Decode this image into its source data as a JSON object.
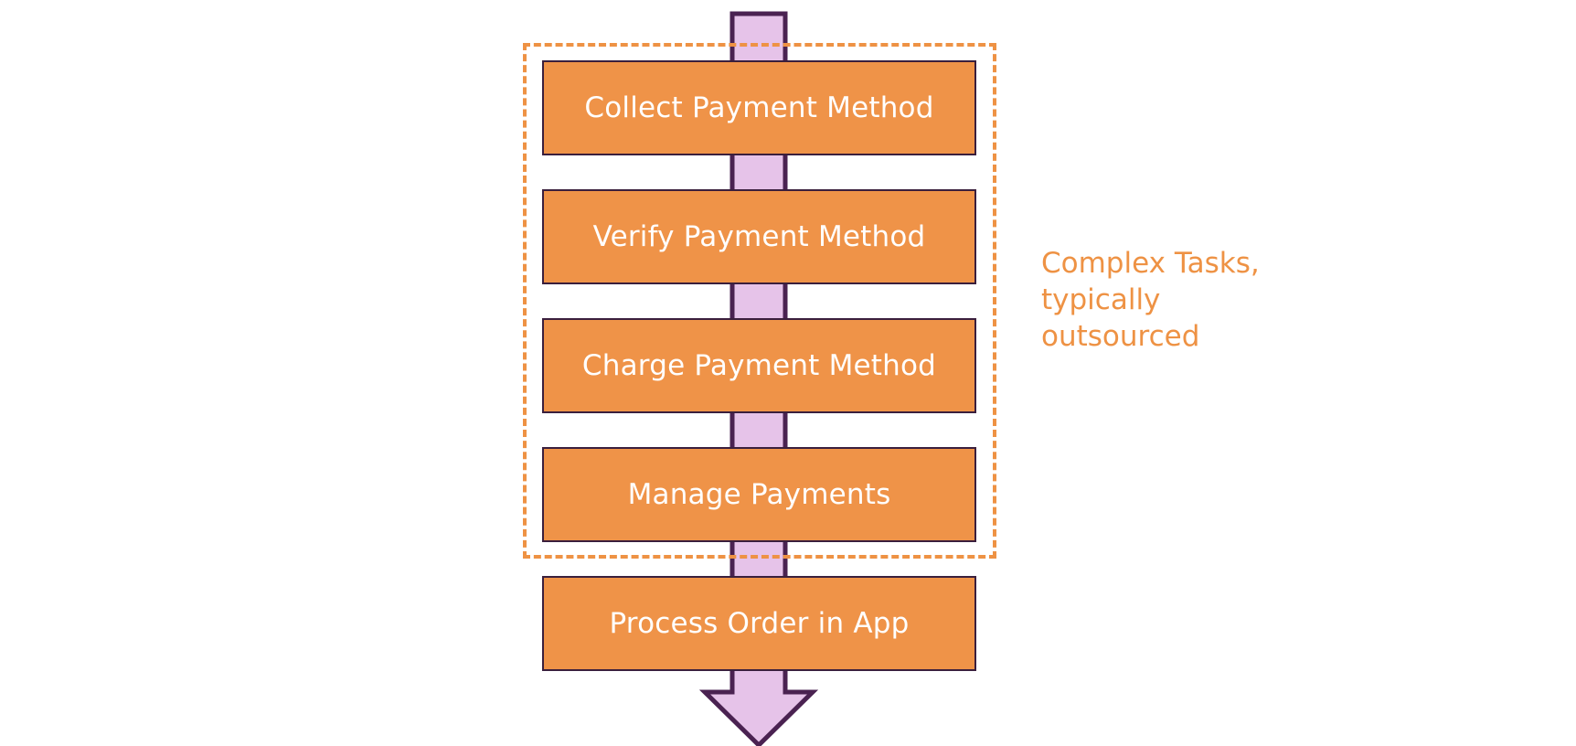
{
  "colors": {
    "box_fill": "#ef9348",
    "box_border": "#3a1f3d",
    "box_text": "#ffffff",
    "arrow_fill": "#e6c3e9",
    "arrow_stroke": "#4a2251",
    "group_border": "#ee9244",
    "note_text": "#ee9244"
  },
  "steps": [
    {
      "label": "Collect Payment Method"
    },
    {
      "label": "Verify Payment Method"
    },
    {
      "label": "Charge Payment Method"
    },
    {
      "label": "Manage Payments"
    },
    {
      "label": "Process Order in App"
    }
  ],
  "group_note": {
    "lines": [
      "Complex Tasks,",
      "typically",
      "outsourced"
    ]
  }
}
